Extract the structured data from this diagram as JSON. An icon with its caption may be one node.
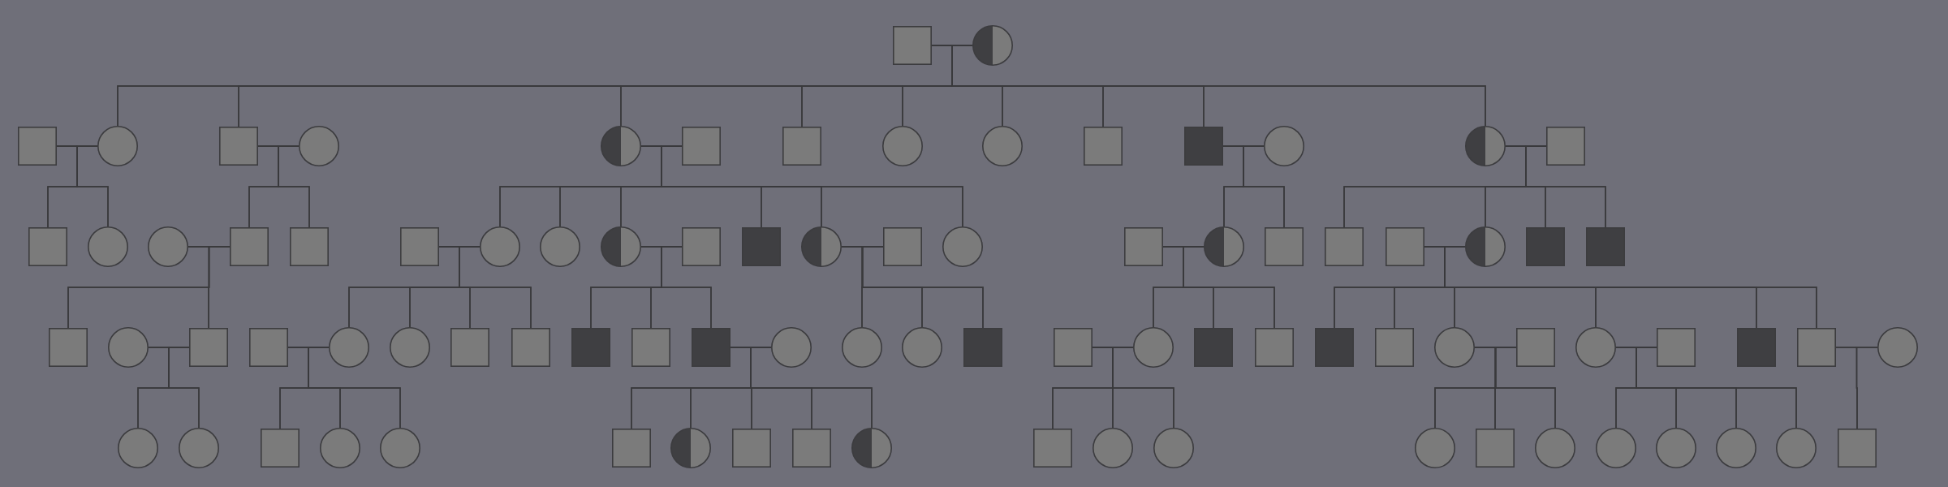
{
  "diagram": {
    "nodes": [
      {
        "text": [],
        "shape": "box"
      },
      {
        "text": [],
        "shape": "circle"
      },
      {
        "text": [],
        "shape": "box"
      },
      {
        "text": [],
        "shape": "circle"
      },
      {
        "text": [],
        "shape": "box"
      },
      {
        "text": [],
        "shape": "circle"
      },
      {
        "text": [],
        "shape": "circle"
      },
      {
        "text": [],
        "shape": "box"
      },
      {
        "text": [],
        "shape": "box"
      },
      {
        "text": [],
        "shape": "circle"
      },
      {
        "text": [],
        "shape": "circle"
      },
      {
        "text": [],
        "shape": "box"
      },
      {
        "text": [],
        "shape": "box"
      },
      {
        "text": [],
        "shape": "circle"
      },
      {
        "text": [],
        "shape": "circle"
      },
      {
        "text": [],
        "shape": "box"
      },
      {
        "text": [],
        "shape": "box"
      },
      {
        "text": [],
        "shape": "circle"
      },
      {
        "text": [],
        "shape": "circle"
      },
      {
        "text": [],
        "shape": "box"
      },
      {
        "text": [],
        "shape": "box"
      },
      {
        "text": [],
        "shape": "box"
      },
      {
        "text": [],
        "shape": "circle"
      },
      {
        "text": [],
        "shape": "circle"
      },
      {
        "text": [],
        "shape": "circle"
      },
      {
        "text": [],
        "shape": "box"
      },
      {
        "text": [],
        "shape": "box"
      },
      {
        "text": [],
        "shape": "circle"
      },
      {
        "text": [],
        "shape": "box"
      },
      {
        "text": [],
        "shape": "circle"
      },
      {
        "text": [],
        "shape": "box"
      },
      {
        "text": [],
        "shape": "circle"
      },
      {
        "text": [],
        "shape": "box"
      },
      {
        "text": [],
        "shape": "box"
      },
      {
        "text": [],
        "shape": "box"
      },
      {
        "text": [],
        "shape": "circle"
      },
      {
        "text": [],
        "shape": "box"
      },
      {
        "text": [],
        "shape": "box"
      },
      {
        "text": [],
        "shape": "box"
      },
      {
        "text": [],
        "shape": "circle"
      },
      {
        "text": [],
        "shape": "box"
      },
      {
        "text": [],
        "shape": "box"
      },
      {
        "text": [],
        "shape": "circle"
      },
      {
        "text": [],
        "shape": "circle"
      },
      {
        "text": [],
        "shape": "box"
      },
      {
        "text": [],
        "shape": "box"
      },
      {
        "text": [],
        "shape": "box"
      },
      {
        "text": [],
        "shape": "box"
      },
      {
        "text": [],
        "shape": "box"
      },
      {
        "text": [],
        "shape": "circle"
      },
      {
        "text": [],
        "shape": "circle"
      },
      {
        "text": [],
        "shape": "circle"
      },
      {
        "text": [],
        "shape": "box"
      },
      {
        "text": [],
        "shape": "box"
      },
      {
        "text": [],
        "shape": "circle"
      },
      {
        "text": [],
        "shape": "box"
      },
      {
        "text": [],
        "shape": "box"
      },
      {
        "text": [],
        "shape": "box"
      },
      {
        "text": [],
        "shape": "box"
      },
      {
        "text": [],
        "shape": "circle"
      },
      {
        "text": [],
        "shape": "box"
      },
      {
        "text": [],
        "shape": "circle"
      },
      {
        "text": [],
        "shape": "box"
      },
      {
        "text": [],
        "shape": "box"
      },
      {
        "text": [],
        "shape": "box"
      },
      {
        "text": [],
        "shape": "circle"
      },
      {
        "text": [],
        "shape": "circle"
      },
      {
        "text": [],
        "shape": "circle"
      },
      {
        "text": [],
        "shape": "box"
      },
      {
        "text": [],
        "shape": "circle"
      },
      {
        "text": [],
        "shape": "circle"
      },
      {
        "text": [],
        "shape": "box"
      },
      {
        "text": [],
        "shape": "circle"
      },
      {
        "text": [],
        "shape": "box"
      },
      {
        "text": [],
        "shape": "box"
      },
      {
        "text": [],
        "shape": "circle"
      },
      {
        "text": [],
        "shape": "box"
      },
      {
        "text": [],
        "shape": "circle"
      },
      {
        "text": [],
        "shape": "circle"
      },
      {
        "text": [],
        "shape": "circle"
      },
      {
        "text": [],
        "shape": "box"
      },
      {
        "text": [],
        "shape": "circle"
      },
      {
        "text": [],
        "shape": "circle"
      },
      {
        "text": [],
        "shape": "circle"
      },
      {
        "text": [],
        "shape": "circle"
      },
      {
        "text": [],
        "shape": "circle"
      },
      {
        "text": [],
        "shape": "box"
      }
    ],
    "edges": [
      {
        "from": 0,
        "to": 1,
        "arrow": "none"
      },
      {
        "from": 0,
        "to": 3,
        "arrow": "none"
      },
      {
        "from": 1,
        "to": 3,
        "arrow": "none"
      },
      {
        "from": 0,
        "to": 4,
        "arrow": "none"
      },
      {
        "from": 1,
        "to": 4,
        "arrow": "none"
      },
      {
        "from": 0,
        "to": 6,
        "arrow": "none"
      },
      {
        "from": 1,
        "to": 6,
        "arrow": "none"
      },
      {
        "from": 0,
        "to": 8,
        "arrow": "none"
      },
      {
        "from": 1,
        "to": 8,
        "arrow": "none"
      },
      {
        "from": 0,
        "to": 9,
        "arrow": "none"
      },
      {
        "from": 1,
        "to": 9,
        "arrow": "none"
      },
      {
        "from": 0,
        "to": 10,
        "arrow": "none"
      },
      {
        "from": 1,
        "to": 10,
        "arrow": "none"
      },
      {
        "from": 0,
        "to": 11,
        "arrow": "none"
      },
      {
        "from": 1,
        "to": 11,
        "arrow": "none"
      },
      {
        "from": 0,
        "to": 12,
        "arrow": "none"
      },
      {
        "from": 1,
        "to": 12,
        "arrow": "none"
      },
      {
        "from": 0,
        "to": 14,
        "arrow": "none"
      },
      {
        "from": 1,
        "to": 14,
        "arrow": "none"
      },
      {
        "from": 2,
        "to": 3,
        "arrow": "none"
      },
      {
        "from": 2,
        "to": 16,
        "arrow": "none"
      },
      {
        "from": 3,
        "to": 16,
        "arrow": "none"
      },
      {
        "from": 2,
        "to": 17,
        "arrow": "none"
      },
      {
        "from": 3,
        "to": 17,
        "arrow": "none"
      },
      {
        "from": 4,
        "to": 5,
        "arrow": "none"
      },
      {
        "from": 4,
        "to": 19,
        "arrow": "none"
      },
      {
        "from": 5,
        "to": 19,
        "arrow": "none"
      },
      {
        "from": 4,
        "to": 20,
        "arrow": "none"
      },
      {
        "from": 5,
        "to": 20,
        "arrow": "none"
      },
      {
        "from": 6,
        "to": 7,
        "arrow": "none"
      },
      {
        "from": 6,
        "to": 22,
        "arrow": "none"
      },
      {
        "from": 7,
        "to": 22,
        "arrow": "none"
      },
      {
        "from": 6,
        "to": 23,
        "arrow": "none"
      },
      {
        "from": 7,
        "to": 23,
        "arrow": "none"
      },
      {
        "from": 6,
        "to": 24,
        "arrow": "none"
      },
      {
        "from": 7,
        "to": 24,
        "arrow": "none"
      },
      {
        "from": 6,
        "to": 26,
        "arrow": "none"
      },
      {
        "from": 7,
        "to": 26,
        "arrow": "none"
      },
      {
        "from": 6,
        "to": 27,
        "arrow": "none"
      },
      {
        "from": 7,
        "to": 27,
        "arrow": "none"
      },
      {
        "from": 6,
        "to": 29,
        "arrow": "none"
      },
      {
        "from": 7,
        "to": 29,
        "arrow": "none"
      },
      {
        "from": 12,
        "to": 13,
        "arrow": "none"
      },
      {
        "from": 12,
        "to": 31,
        "arrow": "none"
      },
      {
        "from": 13,
        "to": 31,
        "arrow": "none"
      },
      {
        "from": 12,
        "to": 32,
        "arrow": "none"
      },
      {
        "from": 13,
        "to": 32,
        "arrow": "none"
      },
      {
        "from": 14,
        "to": 15,
        "arrow": "none"
      },
      {
        "from": 14,
        "to": 33,
        "arrow": "none"
      },
      {
        "from": 15,
        "to": 33,
        "arrow": "none"
      },
      {
        "from": 14,
        "to": 35,
        "arrow": "none"
      },
      {
        "from": 15,
        "to": 35,
        "arrow": "none"
      },
      {
        "from": 14,
        "to": 36,
        "arrow": "none"
      },
      {
        "from": 15,
        "to": 36,
        "arrow": "none"
      },
      {
        "from": 14,
        "to": 37,
        "arrow": "none"
      },
      {
        "from": 15,
        "to": 37,
        "arrow": "none"
      },
      {
        "from": 18,
        "to": 19,
        "arrow": "none"
      },
      {
        "from": 18,
        "to": 38,
        "arrow": "none"
      },
      {
        "from": 19,
        "to": 38,
        "arrow": "none"
      },
      {
        "from": 18,
        "to": 40,
        "arrow": "none"
      },
      {
        "from": 19,
        "to": 40,
        "arrow": "none"
      },
      {
        "from": 21,
        "to": 22,
        "arrow": "none"
      },
      {
        "from": 21,
        "to": 42,
        "arrow": "none"
      },
      {
        "from": 22,
        "to": 42,
        "arrow": "none"
      },
      {
        "from": 21,
        "to": 43,
        "arrow": "none"
      },
      {
        "from": 22,
        "to": 43,
        "arrow": "none"
      },
      {
        "from": 21,
        "to": 44,
        "arrow": "none"
      },
      {
        "from": 22,
        "to": 44,
        "arrow": "none"
      },
      {
        "from": 21,
        "to": 45,
        "arrow": "none"
      },
      {
        "from": 22,
        "to": 45,
        "arrow": "none"
      },
      {
        "from": 24,
        "to": 25,
        "arrow": "none"
      },
      {
        "from": 24,
        "to": 46,
        "arrow": "none"
      },
      {
        "from": 25,
        "to": 46,
        "arrow": "none"
      },
      {
        "from": 24,
        "to": 47,
        "arrow": "none"
      },
      {
        "from": 25,
        "to": 47,
        "arrow": "none"
      },
      {
        "from": 24,
        "to": 48,
        "arrow": "none"
      },
      {
        "from": 25,
        "to": 48,
        "arrow": "none"
      },
      {
        "from": 27,
        "to": 28,
        "arrow": "none"
      },
      {
        "from": 27,
        "to": 50,
        "arrow": "none"
      },
      {
        "from": 28,
        "to": 50,
        "arrow": "none"
      },
      {
        "from": 27,
        "to": 51,
        "arrow": "none"
      },
      {
        "from": 28,
        "to": 51,
        "arrow": "none"
      },
      {
        "from": 27,
        "to": 52,
        "arrow": "none"
      },
      {
        "from": 28,
        "to": 52,
        "arrow": "none"
      },
      {
        "from": 30,
        "to": 31,
        "arrow": "none"
      },
      {
        "from": 30,
        "to": 54,
        "arrow": "none"
      },
      {
        "from": 31,
        "to": 54,
        "arrow": "none"
      },
      {
        "from": 30,
        "to": 55,
        "arrow": "none"
      },
      {
        "from": 31,
        "to": 55,
        "arrow": "none"
      },
      {
        "from": 30,
        "to": 56,
        "arrow": "none"
      },
      {
        "from": 31,
        "to": 56,
        "arrow": "none"
      },
      {
        "from": 34,
        "to": 35,
        "arrow": "none"
      },
      {
        "from": 34,
        "to": 57,
        "arrow": "none"
      },
      {
        "from": 35,
        "to": 57,
        "arrow": "none"
      },
      {
        "from": 34,
        "to": 58,
        "arrow": "none"
      },
      {
        "from": 35,
        "to": 58,
        "arrow": "none"
      },
      {
        "from": 34,
        "to": 59,
        "arrow": "none"
      },
      {
        "from": 35,
        "to": 59,
        "arrow": "none"
      },
      {
        "from": 34,
        "to": 61,
        "arrow": "none"
      },
      {
        "from": 35,
        "to": 61,
        "arrow": "none"
      },
      {
        "from": 34,
        "to": 63,
        "arrow": "none"
      },
      {
        "from": 35,
        "to": 63,
        "arrow": "none"
      },
      {
        "from": 34,
        "to": 64,
        "arrow": "none"
      },
      {
        "from": 35,
        "to": 64,
        "arrow": "none"
      },
      {
        "from": 39,
        "to": 40,
        "arrow": "none"
      },
      {
        "from": 39,
        "to": 66,
        "arrow": "none"
      },
      {
        "from": 40,
        "to": 66,
        "arrow": "none"
      },
      {
        "from": 39,
        "to": 67,
        "arrow": "none"
      },
      {
        "from": 40,
        "to": 67,
        "arrow": "none"
      },
      {
        "from": 41,
        "to": 42,
        "arrow": "none"
      },
      {
        "from": 41,
        "to": 68,
        "arrow": "none"
      },
      {
        "from": 42,
        "to": 68,
        "arrow": "none"
      },
      {
        "from": 41,
        "to": 69,
        "arrow": "none"
      },
      {
        "from": 42,
        "to": 69,
        "arrow": "none"
      },
      {
        "from": 41,
        "to": 70,
        "arrow": "none"
      },
      {
        "from": 42,
        "to": 70,
        "arrow": "none"
      },
      {
        "from": 48,
        "to": 49,
        "arrow": "none"
      },
      {
        "from": 48,
        "to": 71,
        "arrow": "none"
      },
      {
        "from": 49,
        "to": 71,
        "arrow": "none"
      },
      {
        "from": 48,
        "to": 72,
        "arrow": "none"
      },
      {
        "from": 49,
        "to": 72,
        "arrow": "none"
      },
      {
        "from": 48,
        "to": 73,
        "arrow": "none"
      },
      {
        "from": 49,
        "to": 73,
        "arrow": "none"
      },
      {
        "from": 48,
        "to": 74,
        "arrow": "none"
      },
      {
        "from": 49,
        "to": 74,
        "arrow": "none"
      },
      {
        "from": 48,
        "to": 75,
        "arrow": "none"
      },
      {
        "from": 49,
        "to": 75,
        "arrow": "none"
      },
      {
        "from": 53,
        "to": 54,
        "arrow": "none"
      },
      {
        "from": 53,
        "to": 76,
        "arrow": "none"
      },
      {
        "from": 54,
        "to": 76,
        "arrow": "none"
      },
      {
        "from": 53,
        "to": 77,
        "arrow": "none"
      },
      {
        "from": 54,
        "to": 77,
        "arrow": "none"
      },
      {
        "from": 53,
        "to": 78,
        "arrow": "none"
      },
      {
        "from": 54,
        "to": 78,
        "arrow": "none"
      },
      {
        "from": 59,
        "to": 60,
        "arrow": "none"
      },
      {
        "from": 59,
        "to": 79,
        "arrow": "none"
      },
      {
        "from": 60,
        "to": 79,
        "arrow": "none"
      },
      {
        "from": 59,
        "to": 80,
        "arrow": "none"
      },
      {
        "from": 60,
        "to": 80,
        "arrow": "none"
      },
      {
        "from": 59,
        "to": 81,
        "arrow": "none"
      },
      {
        "from": 60,
        "to": 81,
        "arrow": "none"
      },
      {
        "from": 61,
        "to": 62,
        "arrow": "none"
      },
      {
        "from": 61,
        "to": 82,
        "arrow": "none"
      },
      {
        "from": 62,
        "to": 82,
        "arrow": "none"
      },
      {
        "from": 61,
        "to": 83,
        "arrow": "none"
      },
      {
        "from": 62,
        "to": 83,
        "arrow": "none"
      },
      {
        "from": 61,
        "to": 84,
        "arrow": "none"
      },
      {
        "from": 62,
        "to": 84,
        "arrow": "none"
      },
      {
        "from": 61,
        "to": 85,
        "arrow": "none"
      },
      {
        "from": 62,
        "to": 85,
        "arrow": "none"
      },
      {
        "from": 64,
        "to": 65,
        "arrow": "none"
      },
      {
        "from": 64,
        "to": 86,
        "arrow": "none"
      },
      {
        "from": 65,
        "to": 86,
        "arrow": "none"
      }
    ]
  }
}
